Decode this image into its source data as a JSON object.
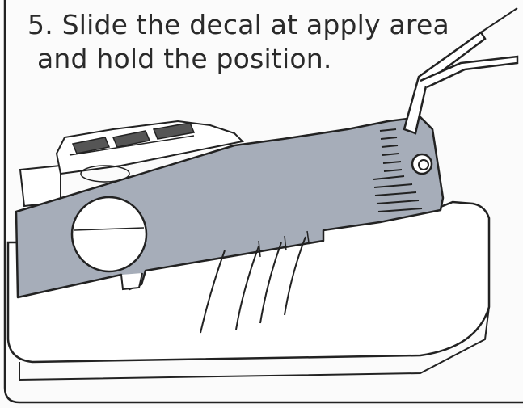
{
  "instruction": {
    "line1": "5. Slide the decal at apply area",
    "line2": "and hold the position."
  },
  "colors": {
    "decal": "#a6adb9",
    "outline": "#222222",
    "background": "#fbfbfb"
  },
  "icons": {
    "tweezers": "tweezers-icon",
    "decal": "decal-sheet",
    "device": "device-housing"
  }
}
